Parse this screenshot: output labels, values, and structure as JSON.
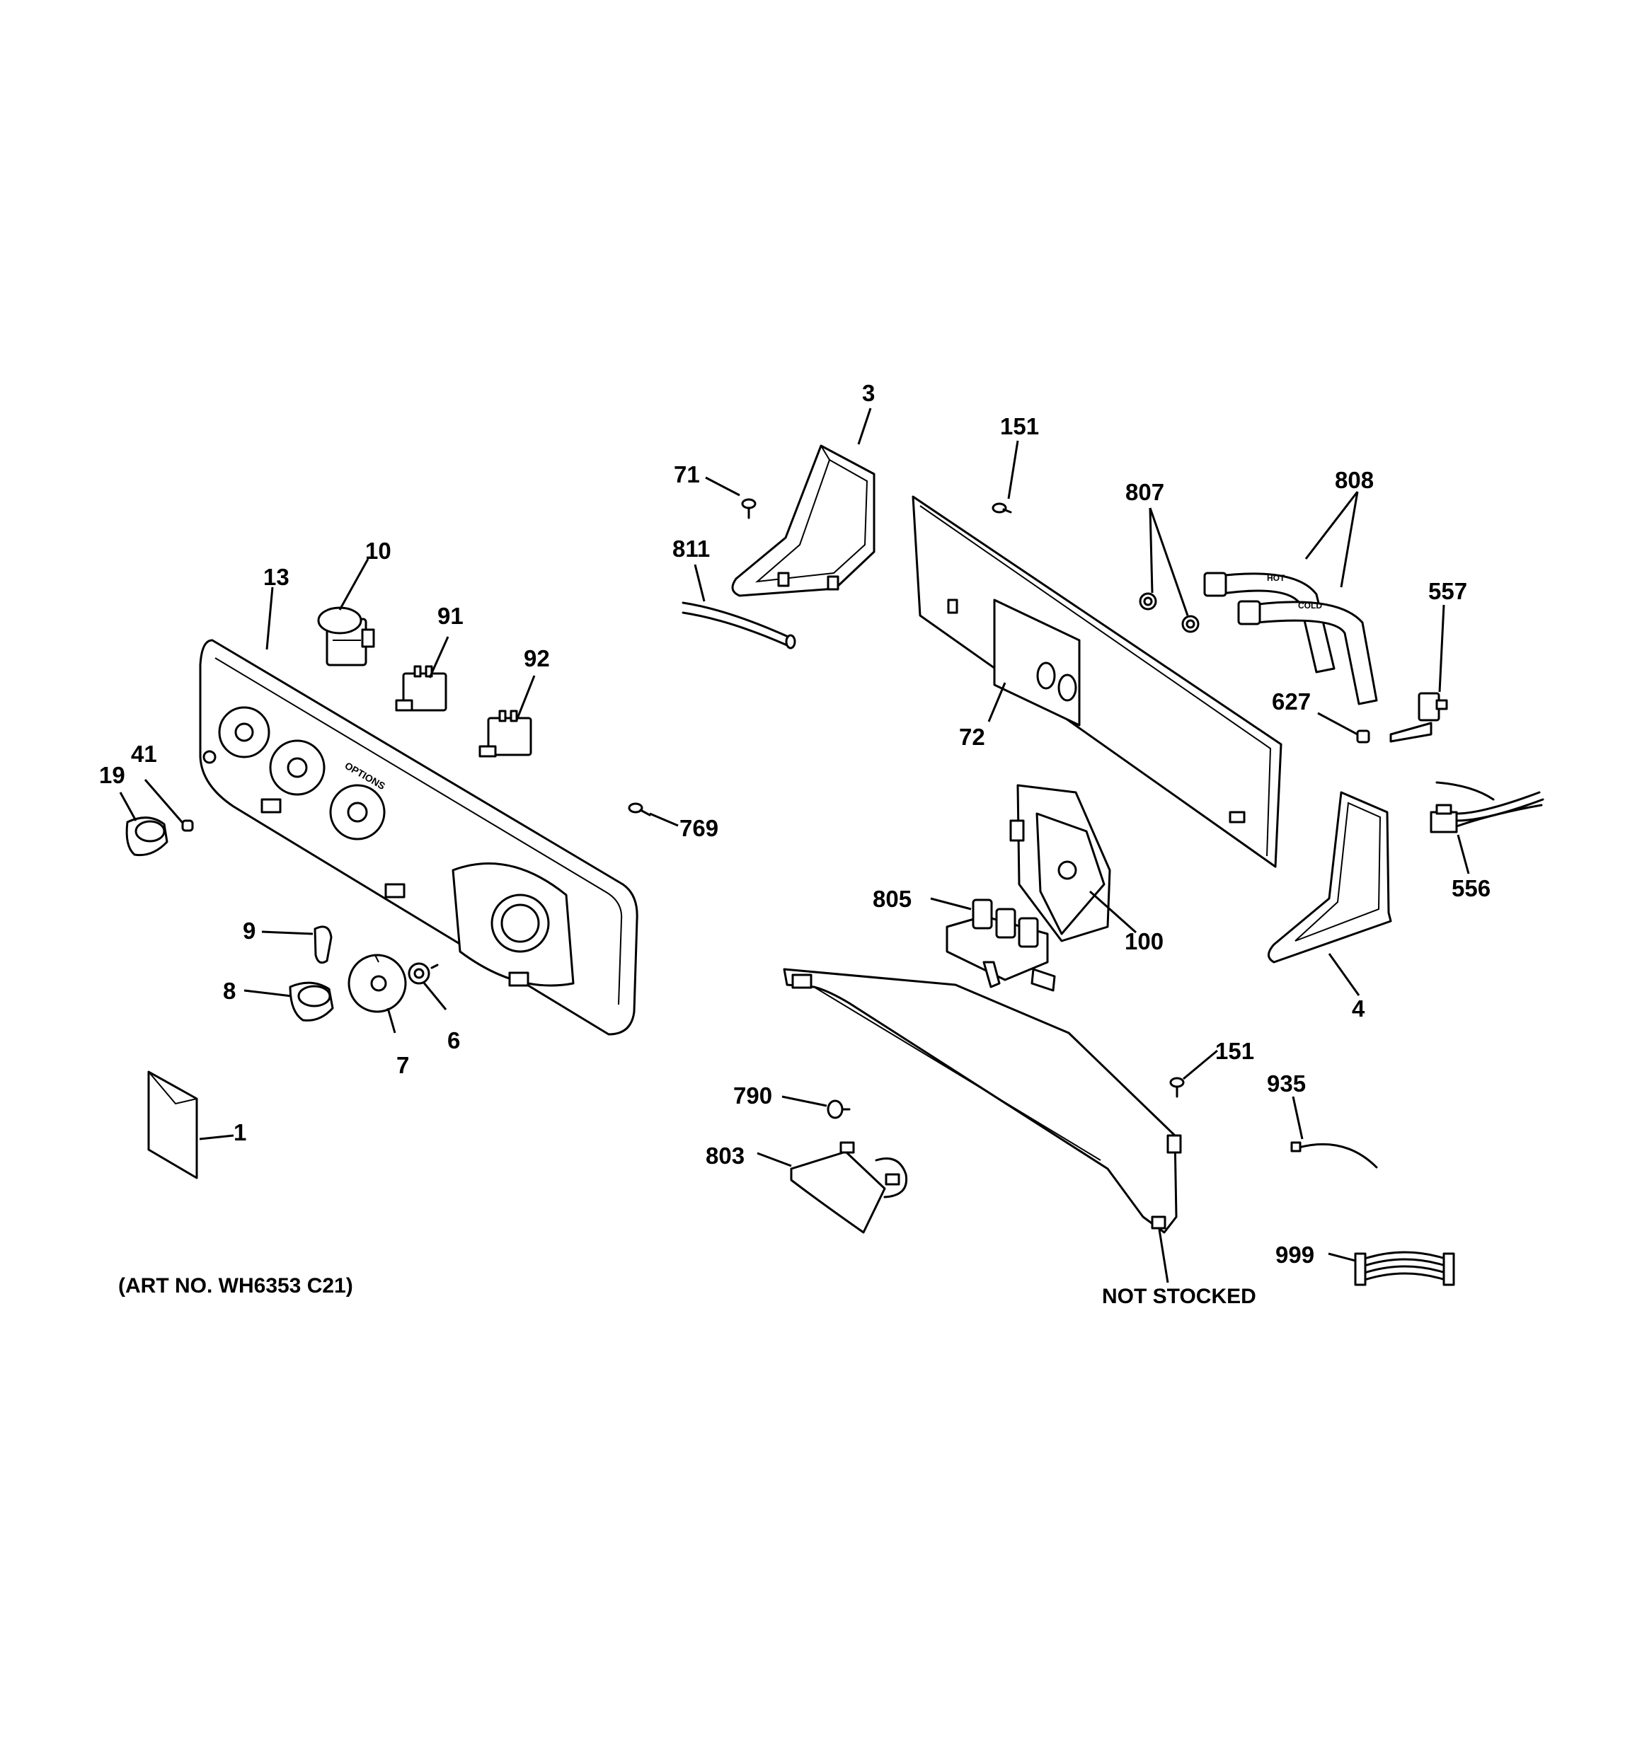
{
  "diagram": {
    "labels": {
      "p1": "1",
      "p3": "3",
      "p4": "4",
      "p6": "6",
      "p7": "7",
      "p8": "8",
      "p9": "9",
      "p10": "10",
      "p13": "13",
      "p19": "19",
      "p41": "41",
      "p71": "71",
      "p72": "72",
      "p91": "91",
      "p92": "92",
      "p100": "100",
      "p151a": "151",
      "p151b": "151",
      "p556": "556",
      "p557": "557",
      "p627": "627",
      "p769": "769",
      "p790": "790",
      "p803": "803",
      "p805": "805",
      "p807": "807",
      "p808": "808",
      "p811": "811",
      "p935": "935",
      "p999": "999"
    },
    "not_stocked": "NOT STOCKED",
    "art_number": "(ART NO. WH6353 C21)",
    "hose_text_hot": "HOT",
    "hose_text_cold": "COLD",
    "panel_text_options": "OPTIONS"
  }
}
